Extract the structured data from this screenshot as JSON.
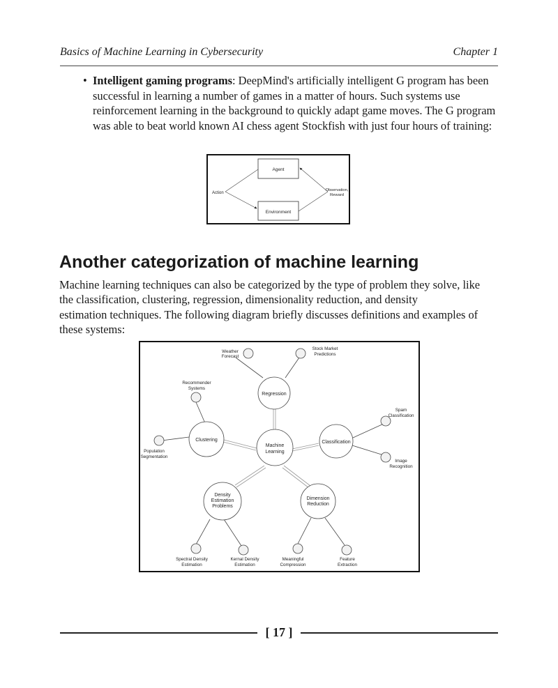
{
  "header": {
    "book_title": "Basics of Machine Learning in Cybersecurity",
    "chapter": "Chapter 1"
  },
  "bullet": {
    "marker": "•",
    "term": "Intelligent gaming programs",
    "text": ": DeepMind's artificially intelligent G program has been successful in learning a number of games in a matter of hours. Such systems use reinforcement learning in the background to quickly adapt game moves. The G program was able to beat world known AI chess agent Stockfish with just four hours of training:"
  },
  "rl_diagram": {
    "agent": "Agent",
    "environment": "Environment",
    "action": "Action",
    "observation_line1": "Observation,",
    "observation_line2": "Reward"
  },
  "section": {
    "heading": "Another categorization of machine learning",
    "paragraph_lines": [
      "Machine learning techniques can also be categorized by the type of problem they solve, like",
      "the classification, clustering, regression, dimensionality reduction, and density",
      "estimation techniques. The following diagram briefly discusses definitions and examples of",
      "these systems:"
    ]
  },
  "ml_diagram": {
    "center": [
      "Machine",
      "Learning"
    ],
    "regression": "Regression",
    "clustering": "Clustering",
    "classification": "Classification",
    "density": [
      "Density",
      "Estimation",
      "Problems"
    ],
    "dimension": [
      "Dimension",
      "Reduction"
    ],
    "weather": [
      "Weather",
      "Forecast"
    ],
    "stock": [
      "Stock Market",
      "Predictions"
    ],
    "recommender": [
      "Recommender",
      "Systems"
    ],
    "population": [
      "Population",
      "Segmentation"
    ],
    "spam": [
      "Spam",
      "Classification"
    ],
    "image": [
      "Image",
      "Recognition"
    ],
    "spectral": [
      "Spectral Density",
      "Estimation"
    ],
    "kernel": [
      "Kernal Density",
      "Estimation"
    ],
    "compression": [
      "Meaningful",
      "Compression"
    ],
    "feature": [
      "Feature",
      "Extraction"
    ]
  },
  "footer": {
    "page_number": "[ 17 ]"
  }
}
